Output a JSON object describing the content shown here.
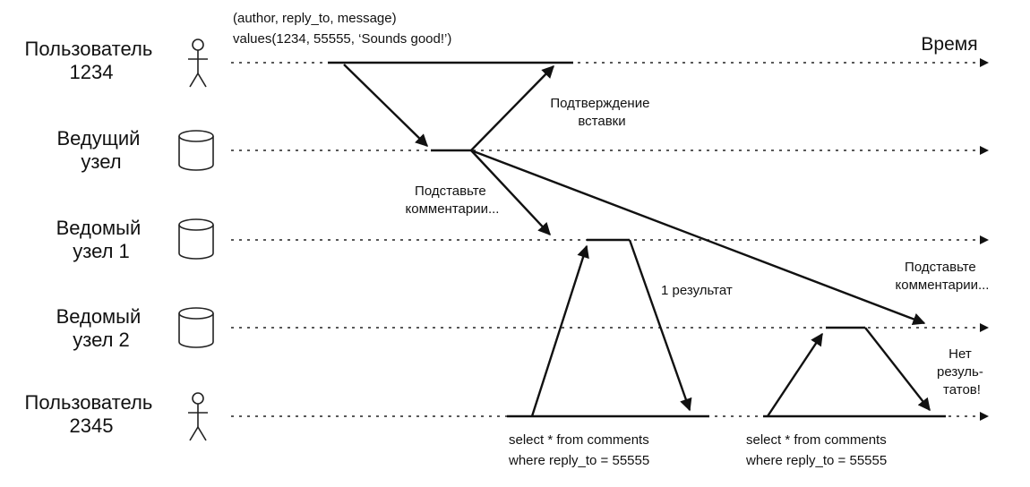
{
  "time_label": "Время",
  "actors": [
    {
      "id": "user1234",
      "lines": [
        "Пользователь",
        "1234"
      ],
      "icon": "person-icon"
    },
    {
      "id": "leader",
      "lines": [
        "Ведущий",
        "узел"
      ],
      "icon": "database-icon"
    },
    {
      "id": "follower1",
      "lines": [
        "Ведомый",
        "узел 1"
      ],
      "icon": "database-icon"
    },
    {
      "id": "follower2",
      "lines": [
        "Ведомый",
        "узел 2"
      ],
      "icon": "database-icon"
    },
    {
      "id": "user2345",
      "lines": [
        "Пользователь",
        "2345"
      ],
      "icon": "person-icon"
    }
  ],
  "insert_statement": {
    "line1": "(author, reply_to, message)",
    "line2": "values(1234, 55555, ‘Sounds good!’)"
  },
  "notes": {
    "insert_ack": [
      "Подтверждение",
      "вставки"
    ],
    "replicate_to_f1": [
      "Подставьте",
      "комментарии..."
    ],
    "replicate_to_f2": [
      "Подставьте",
      "комментарии..."
    ],
    "one_result": "1 результат",
    "no_results": [
      "Нет",
      "резуль-",
      "татов!"
    ]
  },
  "queries": [
    {
      "line1": "select * from comments",
      "line2": "where reply_to = 55555"
    },
    {
      "line1": "select * from comments",
      "line2": "where reply_to = 55555"
    }
  ],
  "colors": {
    "ink": "#111111",
    "background": "#ffffff"
  }
}
